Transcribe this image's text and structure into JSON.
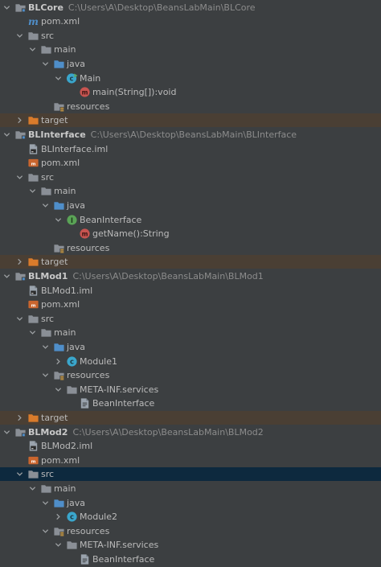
{
  "palette": {
    "background": "#3c3f41",
    "text": "#bbbbbb",
    "path_text": "#8c8c8c",
    "excluded_row": "#4a3f34",
    "selected_row": "#0d293e",
    "folder_gray": "#8a8f96",
    "folder_blue": "#4f8ec9",
    "folder_orange": "#d97b2b",
    "class_icon": "#3aa6cc",
    "interface_icon": "#5aa356",
    "method_icon": "#c75450"
  },
  "rows": [
    {
      "indent": 0,
      "arrow": "down",
      "icon": "module-folder-icon",
      "label": "BLCore",
      "path": "C:\\Users\\A\\Desktop\\BeansLabMain\\BLCore",
      "bold": true,
      "state": ""
    },
    {
      "indent": 1,
      "arrow": "",
      "icon": "maven-m-icon",
      "label": "pom.xml",
      "path": "",
      "bold": false,
      "state": ""
    },
    {
      "indent": 1,
      "arrow": "down",
      "icon": "folder-icon",
      "label": "src",
      "path": "",
      "bold": false,
      "state": ""
    },
    {
      "indent": 2,
      "arrow": "down",
      "icon": "folder-icon",
      "label": "main",
      "path": "",
      "bold": false,
      "state": ""
    },
    {
      "indent": 3,
      "arrow": "down",
      "icon": "source-folder-icon",
      "label": "java",
      "path": "",
      "bold": false,
      "state": ""
    },
    {
      "indent": 4,
      "arrow": "down",
      "icon": "runnable-class-icon",
      "label": "Main",
      "path": "",
      "bold": false,
      "state": ""
    },
    {
      "indent": 5,
      "arrow": "",
      "icon": "method-icon",
      "label": "main(String[]):void",
      "path": "",
      "bold": false,
      "state": ""
    },
    {
      "indent": 3,
      "arrow": "",
      "icon": "resources-folder-icon",
      "label": "resources",
      "path": "",
      "bold": false,
      "state": ""
    },
    {
      "indent": 1,
      "arrow": "right",
      "icon": "excluded-folder-icon",
      "label": "target",
      "path": "",
      "bold": false,
      "state": "excluded"
    },
    {
      "indent": 0,
      "arrow": "down",
      "icon": "module-folder-icon",
      "label": "BLInterface",
      "path": "C:\\Users\\A\\Desktop\\BeansLabMain\\BLInterface",
      "bold": true,
      "state": ""
    },
    {
      "indent": 1,
      "arrow": "",
      "icon": "iml-file-icon",
      "label": "BLInterface.iml",
      "path": "",
      "bold": false,
      "state": ""
    },
    {
      "indent": 1,
      "arrow": "",
      "icon": "pom-file-icon",
      "label": "pom.xml",
      "path": "",
      "bold": false,
      "state": ""
    },
    {
      "indent": 1,
      "arrow": "down",
      "icon": "folder-icon",
      "label": "src",
      "path": "",
      "bold": false,
      "state": ""
    },
    {
      "indent": 2,
      "arrow": "down",
      "icon": "folder-icon",
      "label": "main",
      "path": "",
      "bold": false,
      "state": ""
    },
    {
      "indent": 3,
      "arrow": "down",
      "icon": "source-folder-icon",
      "label": "java",
      "path": "",
      "bold": false,
      "state": ""
    },
    {
      "indent": 4,
      "arrow": "down",
      "icon": "interface-icon",
      "label": "BeanInterface",
      "path": "",
      "bold": false,
      "state": ""
    },
    {
      "indent": 5,
      "arrow": "",
      "icon": "method-icon",
      "label": "getName():String",
      "path": "",
      "bold": false,
      "state": ""
    },
    {
      "indent": 3,
      "arrow": "",
      "icon": "resources-folder-icon",
      "label": "resources",
      "path": "",
      "bold": false,
      "state": ""
    },
    {
      "indent": 1,
      "arrow": "right",
      "icon": "excluded-folder-icon",
      "label": "target",
      "path": "",
      "bold": false,
      "state": "excluded"
    },
    {
      "indent": 0,
      "arrow": "down",
      "icon": "module-folder-icon",
      "label": "BLMod1",
      "path": "C:\\Users\\A\\Desktop\\BeansLabMain\\BLMod1",
      "bold": true,
      "state": ""
    },
    {
      "indent": 1,
      "arrow": "",
      "icon": "iml-file-icon",
      "label": "BLMod1.iml",
      "path": "",
      "bold": false,
      "state": ""
    },
    {
      "indent": 1,
      "arrow": "",
      "icon": "pom-file-icon",
      "label": "pom.xml",
      "path": "",
      "bold": false,
      "state": ""
    },
    {
      "indent": 1,
      "arrow": "down",
      "icon": "folder-icon",
      "label": "src",
      "path": "",
      "bold": false,
      "state": ""
    },
    {
      "indent": 2,
      "arrow": "down",
      "icon": "folder-icon",
      "label": "main",
      "path": "",
      "bold": false,
      "state": ""
    },
    {
      "indent": 3,
      "arrow": "down",
      "icon": "source-folder-icon",
      "label": "java",
      "path": "",
      "bold": false,
      "state": ""
    },
    {
      "indent": 4,
      "arrow": "right",
      "icon": "class-icon",
      "label": "Module1",
      "path": "",
      "bold": false,
      "state": ""
    },
    {
      "indent": 3,
      "arrow": "down",
      "icon": "resources-folder-icon",
      "label": "resources",
      "path": "",
      "bold": false,
      "state": ""
    },
    {
      "indent": 4,
      "arrow": "down",
      "icon": "folder-icon",
      "label": "META-INF.services",
      "path": "",
      "bold": false,
      "state": ""
    },
    {
      "indent": 5,
      "arrow": "",
      "icon": "text-file-icon",
      "label": "BeanInterface",
      "path": "",
      "bold": false,
      "state": ""
    },
    {
      "indent": 1,
      "arrow": "right",
      "icon": "excluded-folder-icon",
      "label": "target",
      "path": "",
      "bold": false,
      "state": "excluded"
    },
    {
      "indent": 0,
      "arrow": "down",
      "icon": "module-folder-icon",
      "label": "BLMod2",
      "path": "C:\\Users\\A\\Desktop\\BeansLabMain\\BLMod2",
      "bold": true,
      "state": ""
    },
    {
      "indent": 1,
      "arrow": "",
      "icon": "iml-file-icon",
      "label": "BLMod2.iml",
      "path": "",
      "bold": false,
      "state": ""
    },
    {
      "indent": 1,
      "arrow": "",
      "icon": "pom-file-icon",
      "label": "pom.xml",
      "path": "",
      "bold": false,
      "state": ""
    },
    {
      "indent": 1,
      "arrow": "down",
      "icon": "folder-icon",
      "label": "src",
      "path": "",
      "bold": false,
      "state": "selected"
    },
    {
      "indent": 2,
      "arrow": "down",
      "icon": "folder-icon",
      "label": "main",
      "path": "",
      "bold": false,
      "state": ""
    },
    {
      "indent": 3,
      "arrow": "down",
      "icon": "source-folder-icon",
      "label": "java",
      "path": "",
      "bold": false,
      "state": ""
    },
    {
      "indent": 4,
      "arrow": "right",
      "icon": "class-icon",
      "label": "Module2",
      "path": "",
      "bold": false,
      "state": ""
    },
    {
      "indent": 3,
      "arrow": "down",
      "icon": "resources-folder-icon",
      "label": "resources",
      "path": "",
      "bold": false,
      "state": ""
    },
    {
      "indent": 4,
      "arrow": "down",
      "icon": "folder-icon",
      "label": "META-INF.services",
      "path": "",
      "bold": false,
      "state": ""
    },
    {
      "indent": 5,
      "arrow": "",
      "icon": "text-file-icon",
      "label": "BeanInterface",
      "path": "",
      "bold": false,
      "state": ""
    }
  ]
}
